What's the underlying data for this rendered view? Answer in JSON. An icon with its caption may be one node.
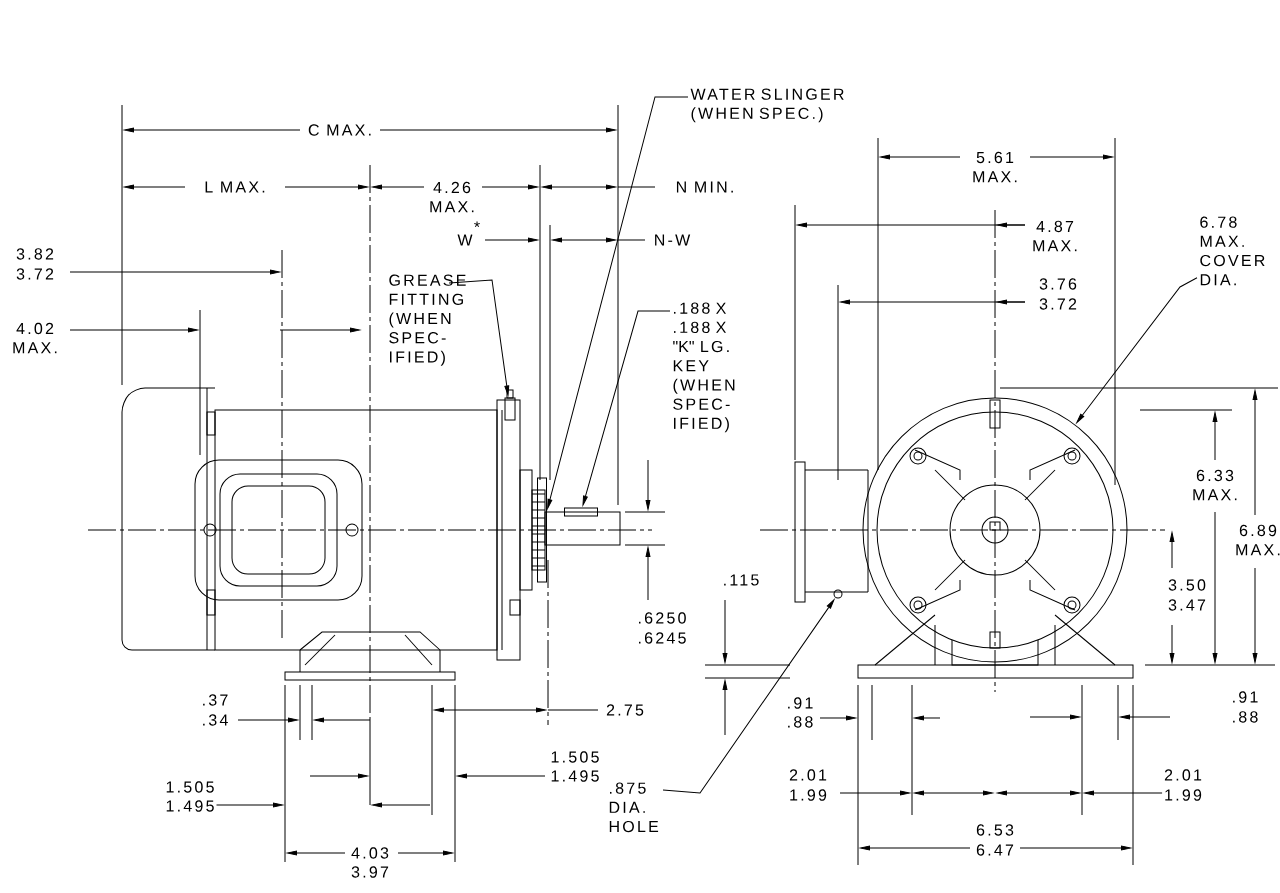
{
  "diagram": {
    "nodes": [
      {
        "text": [
          "WATER SLINGER (WHEN SPEC.)"
        ]
      },
      {
        "text": [
          "GREASE FITTING (WHEN SPEC-IFIED)"
        ]
      },
      {
        "text": [
          ".188 X .188 X \"K\" LG. KEY (WHEN SPEC-IFIED)"
        ]
      },
      {
        "text": [
          "6.78 MAX. COVER DIA."
        ]
      },
      {
        "text": [
          ".875 DIA. HOLE"
        ]
      },
      {
        "text": [],
        "shape": "box"
      },
      {
        "text": [],
        "shape": "box"
      },
      {
        "text": [],
        "shape": "box"
      },
      {
        "text": [],
        "shape": "circle"
      },
      {
        "text": [],
        "shape": "circle"
      }
    ],
    "edges": [
      {
        "from": 0,
        "to": 5,
        "arrow": "to"
      },
      {
        "from": 1,
        "to": 6,
        "arrow": "to"
      },
      {
        "from": 2,
        "to": 7,
        "arrow": "to"
      },
      {
        "from": 3,
        "to": 8,
        "arrow": "to"
      },
      {
        "from": 4,
        "to": 9,
        "arrow": "to"
      }
    ],
    "labels": [
      "C MAX.",
      "L MAX.",
      "4.26 MAX.",
      "N MIN.",
      "W",
      "*",
      "N-W",
      "3.82",
      "3.72",
      "4.02 MAX.",
      "5.61 MAX.",
      "4.87 MAX.",
      "3.76",
      "3.72",
      "6.33 MAX.",
      "6.89 MAX.",
      "3.50",
      "3.47",
      ".115",
      ".6250",
      ".6245",
      ".37",
      ".34",
      "2.75",
      "1.505",
      "1.495",
      ".91",
      ".88",
      ".91",
      ".88",
      "1.505",
      "1.495",
      "2.01",
      "1.99",
      "2.01",
      "1.99",
      "4.03",
      "3.97",
      "6.53",
      "6.47"
    ]
  }
}
